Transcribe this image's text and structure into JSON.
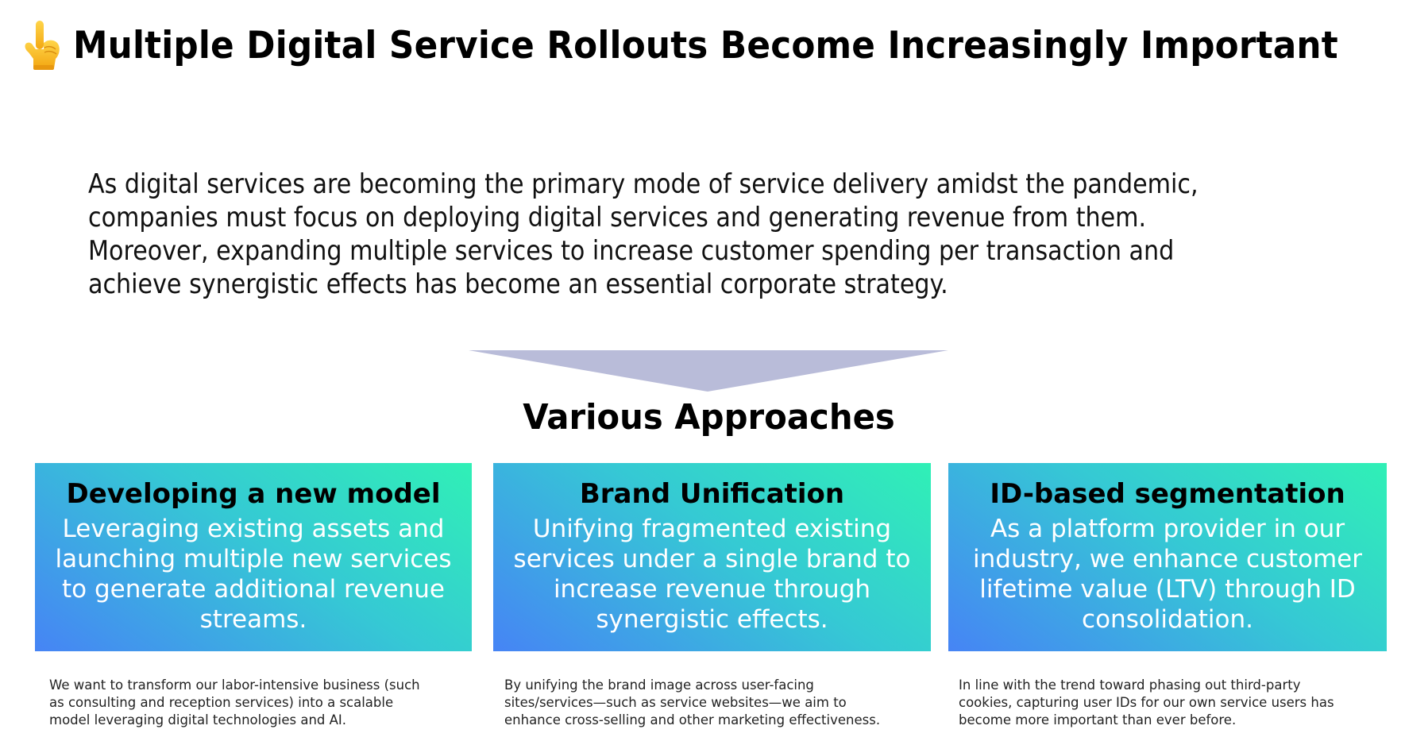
{
  "header": {
    "icon": "pointing-up-hand-emoji",
    "title": "Multiple Digital Service Rollouts Become Increasingly Important"
  },
  "intro": {
    "lines": [
      "As digital services are becoming the primary mode of service delivery amidst the pandemic,",
      "companies must focus on deploying digital services and generating revenue from them.",
      "Moreover, expanding multiple services to increase customer spending per transaction and",
      "achieve synergistic effects has become an essential corporate strategy."
    ]
  },
  "arrow": {
    "icon": "down-arrow-triangle",
    "color": "#b9bcd9"
  },
  "section": {
    "heading": "Various Approaches"
  },
  "cards": [
    {
      "title": "Developing a new model",
      "body_lines": [
        "Leveraging existing assets and",
        "launching multiple new services",
        "to generate additional revenue",
        "streams."
      ],
      "note_lines": [
        "We want to transform our labor-intensive business (such",
        "as consulting and reception services) into a scalable",
        "model leveraging digital technologies and AI."
      ]
    },
    {
      "title": "Brand Unification",
      "body_lines": [
        "Unifying fragmented existing",
        "services under a single brand to",
        "increase revenue through",
        "synergistic effects."
      ],
      "note_lines": [
        "By unifying the brand image across user-facing",
        "sites/services—such as service websites—we aim to",
        "enhance cross-selling and other marketing effectiveness."
      ]
    },
    {
      "title": "ID-based segmentation",
      "body_lines": [
        "As a platform provider in our",
        "industry, we enhance customer",
        "lifetime value (LTV) through ID",
        "consolidation."
      ],
      "note_lines": [
        "In line with the trend toward phasing out third-party",
        "cookies, capturing user IDs for our own service users has",
        "become more important than ever before."
      ]
    }
  ],
  "colors": {
    "card_gradient_start": "#4684f5",
    "card_gradient_mid": "#35c9d4",
    "card_gradient_end": "#30f0b6",
    "arrow": "#b9bcd9",
    "title_text": "#000000",
    "card_body_text": "#ffffff"
  }
}
